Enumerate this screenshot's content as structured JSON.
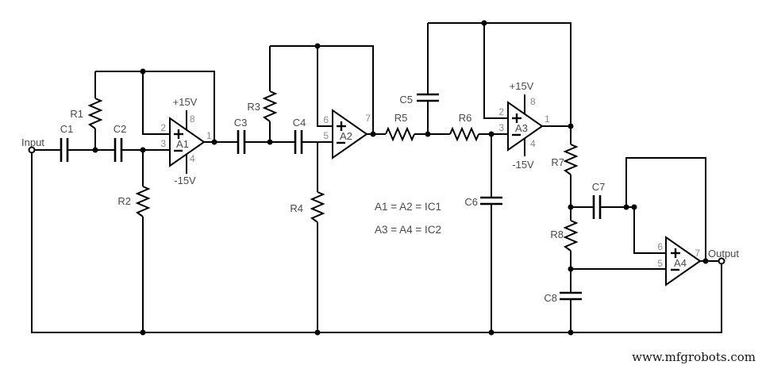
{
  "terminals": {
    "input": "Input",
    "output": "Output"
  },
  "resistors": {
    "r1": "R1",
    "r2": "R2",
    "r3": "R3",
    "r4": "R4",
    "r5": "R5",
    "r6": "R6",
    "r7": "R7",
    "r8": "R8"
  },
  "capacitors": {
    "c1": "C1",
    "c2": "C2",
    "c3": "C3",
    "c4": "C4",
    "c5": "C5",
    "c6": "C6",
    "c7": "C7",
    "c8": "C8"
  },
  "opamps": {
    "a1": {
      "name": "A1",
      "pin_top": "2",
      "pin_bottom": "3",
      "pin_out": "1",
      "pin_vplus": "8",
      "pin_vminus": "4",
      "vplus": "+15V",
      "vminus": "-15V"
    },
    "a2": {
      "name": "A2",
      "pin_top": "6",
      "pin_bottom": "5",
      "pin_out": "7"
    },
    "a3": {
      "name": "A3",
      "pin_top": "2",
      "pin_bottom": "3",
      "pin_out": "1",
      "pin_vplus": "8",
      "pin_vminus": "4",
      "vplus": "+15V",
      "vminus": "-15V"
    },
    "a4": {
      "name": "A4",
      "pin_top": "6",
      "pin_bottom": "5",
      "pin_out": "7"
    }
  },
  "notes": [
    "A1 = A2 = IC1",
    "A3 = A4 = IC2"
  ],
  "watermark": "www.mfgrobots.com",
  "colors": {
    "wire": "#000000",
    "pin_number": "#8a8a8a",
    "label": "#4a4a4a"
  }
}
